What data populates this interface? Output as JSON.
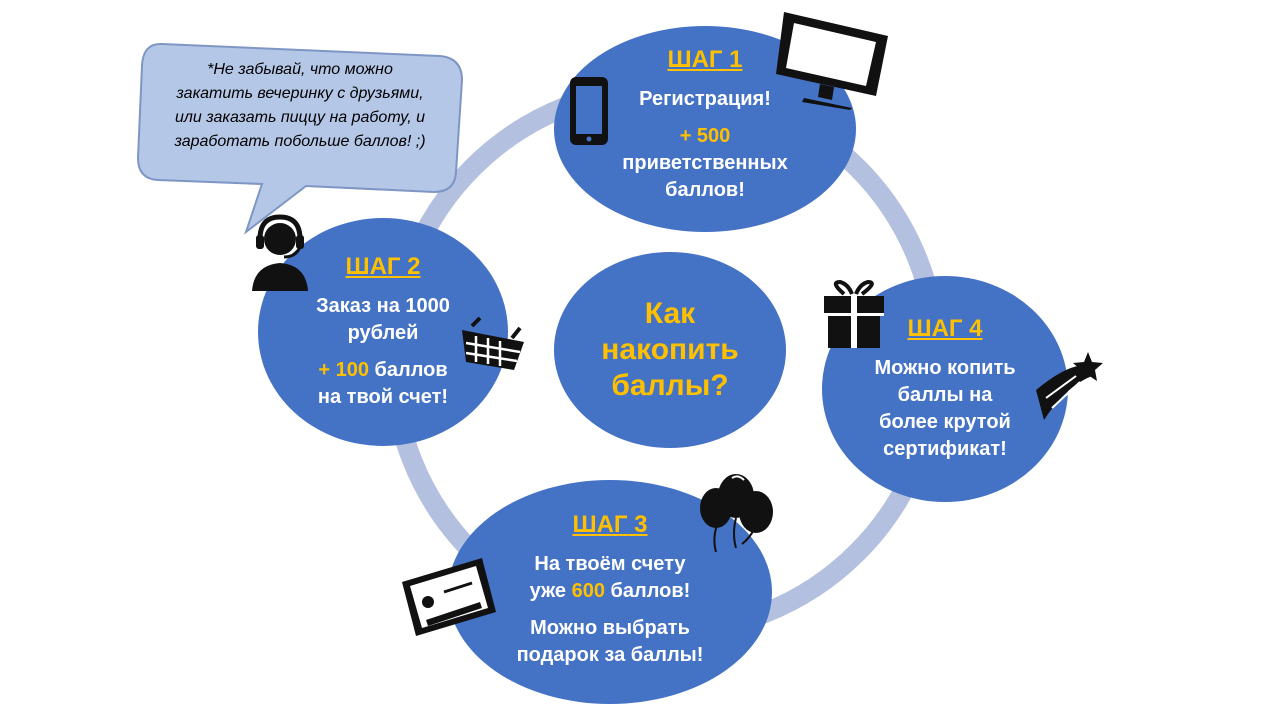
{
  "center": {
    "lines": [
      "Как",
      "накопить",
      "баллы?"
    ]
  },
  "callout": {
    "lines": [
      "*Не забывай, что можно",
      "закатить вечеринку с друзьями,",
      "или заказать пиццу на работу, и",
      "заработать побольше баллов! ;)"
    ]
  },
  "steps": [
    {
      "title": "ШАГ 1",
      "line1": "Регистрация!",
      "line2_hl": "+ 500",
      "line3": "приветственных",
      "line4": "баллов!"
    },
    {
      "title": "ШАГ 2",
      "line1": "Заказ на 1000",
      "line2": "рублей",
      "line3_hl": "+ 100",
      "line3_rest": " баллов",
      "line4": "на твой счет!"
    },
    {
      "title": "ШАГ 3",
      "line1": "На твоём счету",
      "line2_pre": "уже ",
      "line2_hl": "600",
      "line2_post": " баллов!",
      "line3": "Можно выбрать",
      "line4": "подарок за баллы!"
    },
    {
      "title": "ШАГ 4",
      "line1": "Можно копить",
      "line2": "баллы на",
      "line3": "более крутой",
      "line4": "сертификат!"
    }
  ],
  "icons": {
    "step1": [
      "phone-icon",
      "monitor-icon"
    ],
    "step2": [
      "support-agent-icon",
      "shopping-basket-icon"
    ],
    "step3": [
      "balloons-icon",
      "ticket-icon"
    ],
    "step4": [
      "gift-icon",
      "shooting-star-icon"
    ]
  },
  "colors": {
    "bubble": "#4472c4",
    "highlight": "#ffc000",
    "ring": "#b4c0df",
    "callout_fill": "#b4c7e7",
    "callout_border": "#7f96c4",
    "text_light": "#ffffff",
    "icon": "#111111"
  }
}
